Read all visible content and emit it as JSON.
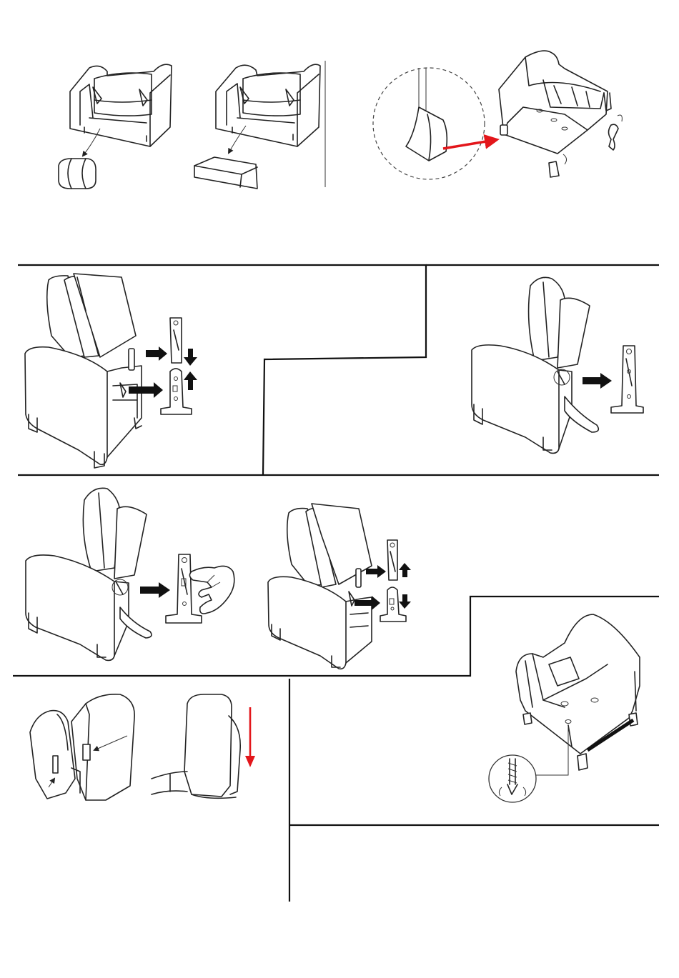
{
  "page": {
    "colors": {
      "line": "#222222",
      "accent_arrow": "#e3161b",
      "background": "#ffffff"
    }
  },
  "steps": [
    {
      "id": "unpack-seat-parts",
      "icons": [
        "chair-front-icon",
        "small-parts-bag-icon"
      ]
    },
    {
      "id": "unpack-long-box",
      "icons": [
        "chair-front-icon",
        "long-box-icon"
      ]
    },
    {
      "id": "attach-feet-to-base",
      "icons": [
        "magnifier-detail-icon",
        "chair-underside-icon",
        "foot-pad-icon",
        "spring-clip-icon"
      ]
    },
    {
      "id": "insert-backrest-brackets",
      "icons": [
        "recliner-side-icon",
        "bracket-icon",
        "arrow-right-icon",
        "arrow-down-icon",
        "arrow-up-icon"
      ]
    },
    {
      "id": "backrest-engaged",
      "icons": [
        "recliner-side-icon",
        "bracket-icon",
        "arrow-right-icon"
      ]
    },
    {
      "id": "press-latch-with-finger",
      "icons": [
        "recliner-side-icon",
        "bracket-icon",
        "hand-icon",
        "arrow-right-icon"
      ]
    },
    {
      "id": "remove-backrest",
      "icons": [
        "recliner-side-icon",
        "bracket-icon",
        "arrow-up-icon",
        "arrow-down-icon"
      ]
    },
    {
      "id": "adjust-tension-spring",
      "icons": [
        "chair-underside-icon",
        "spring-detail-icon"
      ]
    },
    {
      "id": "align-back-slots",
      "icons": [
        "back-slot-icon",
        "pointer-arrow-icon"
      ]
    },
    {
      "id": "slide-backrest-down",
      "icons": [
        "backrest-icon",
        "arrow-down-icon"
      ]
    }
  ]
}
